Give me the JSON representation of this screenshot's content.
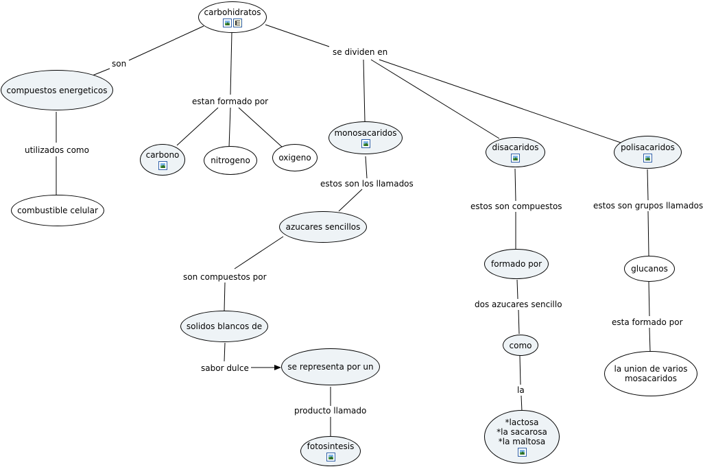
{
  "nodes": {
    "carbohidratos": "carbohidratos",
    "compuestos_energeticos": "compuestos energeticos",
    "combustible_celular": "combustible celular",
    "carbono": "carbono",
    "nitrogeno": "nitrogeno",
    "oxigeno": "oxigeno",
    "monosacaridos": "monosacaridos",
    "azucares_sencillos": "azucares sencillos",
    "solidos_blancos": "solidos blancos de",
    "se_representa": "se representa por un",
    "fotosintesis": "fotosintesis",
    "disacaridos": "disacaridos",
    "formado_por": "formado por",
    "como": "como",
    "lactosa_lines": [
      "*lactosa",
      "*la sacarosa",
      "*la maltosa"
    ],
    "polisacaridos": "polisacaridos",
    "glucanos": "glucanos",
    "union_lines": [
      "la union de varios",
      "mosacaridos"
    ]
  },
  "links": {
    "son": "son",
    "se_dividen_en": "se dividen en",
    "estan_formado_por": "estan formado por",
    "utilizados_como": "utilizados como",
    "estos_son_los_llamados": "estos son los llamados",
    "son_compuestos_por": "son compuestos por",
    "sabor_dulce": "sabor dulce",
    "producto_llamado": "producto llamado",
    "estos_son_compuestos": "estos son compuestos",
    "dos_azucares_sencillo": "dos azucares sencillo",
    "la": "la",
    "estos_son_grupos_llamados": "estos son grupos llamados",
    "esta_formado_por": "esta formado por"
  },
  "icons": {
    "image": "image-icon",
    "document": "document-icon"
  },
  "colors": {
    "node_fill": "#eef3f6",
    "icon_border": "#2f5fa8"
  }
}
